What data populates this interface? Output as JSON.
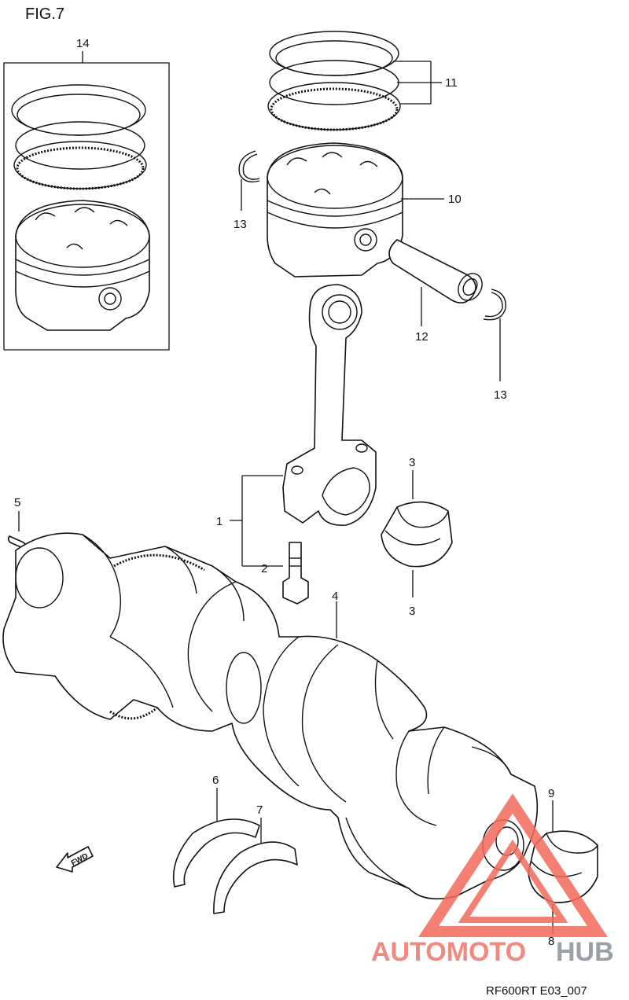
{
  "figure": {
    "title": "FIG.7",
    "reference": "RF600RT E03_007"
  },
  "callouts": [
    {
      "id": "c14",
      "text": "14"
    },
    {
      "id": "c11",
      "text": "11"
    },
    {
      "id": "c10",
      "text": "10"
    },
    {
      "id": "c13a",
      "text": "13"
    },
    {
      "id": "c12",
      "text": "12"
    },
    {
      "id": "c13b",
      "text": "13"
    },
    {
      "id": "c3a",
      "text": "3"
    },
    {
      "id": "c5",
      "text": "5"
    },
    {
      "id": "c1",
      "text": "1"
    },
    {
      "id": "c2",
      "text": "2"
    },
    {
      "id": "c3b",
      "text": "3"
    },
    {
      "id": "c4",
      "text": "4"
    },
    {
      "id": "c6",
      "text": "6"
    },
    {
      "id": "c7",
      "text": "7"
    },
    {
      "id": "c9",
      "text": "9"
    },
    {
      "id": "c8",
      "text": "8"
    }
  ],
  "fwd_arrow": {
    "text": "FWD",
    "icon": "fwd-arrow-icon"
  },
  "watermark": {
    "text_part1": "AUTOMOTO",
    "text_part2": "HUB",
    "color_primary": "#f08a7e",
    "color_secondary": "#9aa0a6",
    "color_logo": "#f26a5b"
  }
}
